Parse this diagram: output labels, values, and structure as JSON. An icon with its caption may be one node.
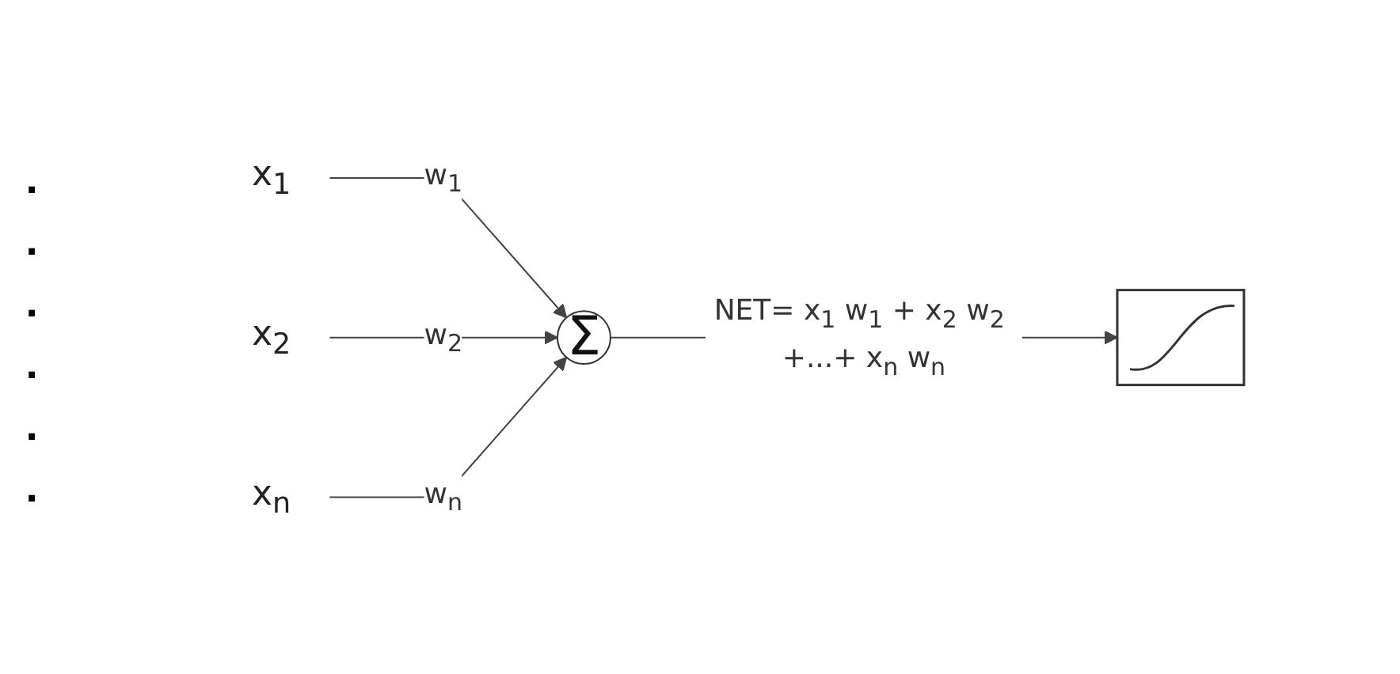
{
  "diagram": {
    "nodes": [
      {
        "text": [
          "x$_{1}$"
        ]
      },
      {
        "text": [
          "x$_{2}$"
        ]
      },
      {
        "text": [
          "x$_{n}$"
        ]
      },
      {
        "text": [
          "Σ"
        ]
      },
      {
        "text": [],
        "shape": "picture"
      }
    ],
    "edges": [
      {
        "from": 0,
        "to": 3,
        "arrow": "to",
        "label": "w$_{1}$"
      },
      {
        "from": 1,
        "to": 3,
        "arrow": "to",
        "label": "w$_{2}$"
      },
      {
        "from": 2,
        "to": 3,
        "arrow": "to",
        "label": "w$_{n}$"
      },
      {
        "from": 3,
        "to": 4,
        "arrow": "to",
        "label": "NET= x$_{1}$ w$_{1}$ + x$_{2}$ w$_{2}$ +...+ x$_{n}$ w$_{n}$"
      }
    ],
    "labels": [
      ".",
      ".",
      ".",
      ".",
      ".",
      "."
    ]
  }
}
